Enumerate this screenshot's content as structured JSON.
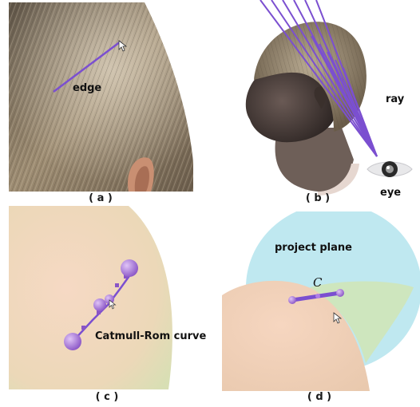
{
  "panels": {
    "a": {
      "caption": "( a )",
      "label": "edge"
    },
    "b": {
      "caption": "( b )",
      "ray_label": "ray",
      "eye_label": "eye"
    },
    "c": {
      "caption": "( c )",
      "label": "Catmull-Rom curve"
    },
    "d": {
      "caption": "( d )",
      "plane_label": "project plane",
      "curve_label": "C"
    }
  },
  "colors": {
    "stroke": "#7b4fd0",
    "node": "#b07ee6",
    "hair_base": "#8c7a62",
    "skin": "#f3d3b8",
    "plane": "#bfe8f0"
  },
  "icons": [
    "cursor-icon",
    "eye-icon"
  ]
}
